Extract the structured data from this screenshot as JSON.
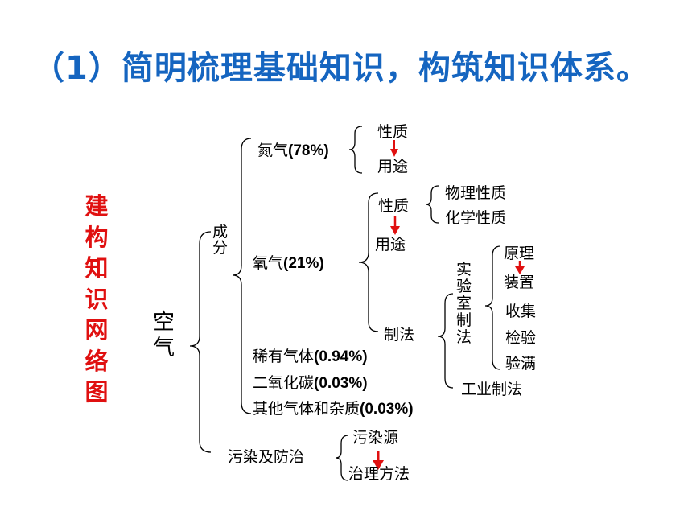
{
  "title": "（1）简明梳理基础知识，构筑知识体系。",
  "side_chars": [
    "建",
    "构",
    "知",
    "识",
    "网",
    "络",
    "图"
  ],
  "air": [
    "空",
    "气"
  ],
  "composition": [
    "成",
    "分"
  ],
  "nitrogen": {
    "name": "氮气",
    "pct": "(78%)",
    "property": "性质",
    "use": "用途"
  },
  "oxygen": {
    "name": "氧气",
    "pct": "(21%)",
    "property": "性质",
    "use": "用途",
    "physical": "物理性质",
    "chemical": "化学性质",
    "preparation": "制法",
    "lab": [
      "实",
      "验",
      "室",
      "制",
      "法"
    ],
    "principle": "原理",
    "apparatus": "装置",
    "collection": "收集",
    "testing": "检验",
    "full_check": "验满",
    "industrial": "工业制法"
  },
  "noble_gas": {
    "name": "稀有气体",
    "pct": "(0.94%)"
  },
  "co2": {
    "name": "二氧化碳",
    "pct": "(0.03%)"
  },
  "others": {
    "name": "其他气体和杂质",
    "pct": "(0.03%)"
  },
  "pollution": {
    "name": "污染及防治",
    "source": "污染源",
    "treatment": "治理方法"
  }
}
